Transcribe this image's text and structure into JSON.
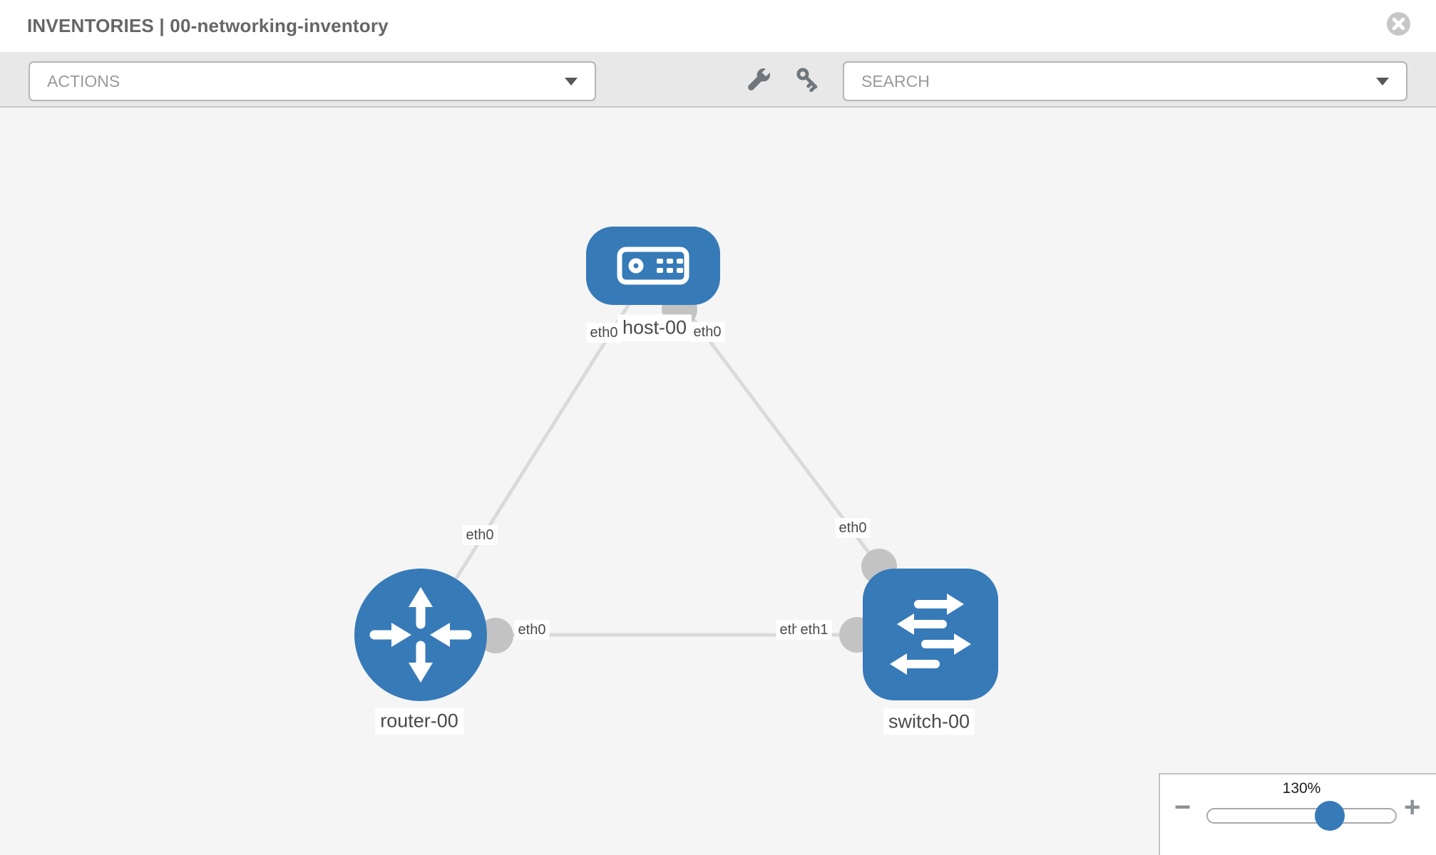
{
  "header": {
    "title": "INVENTORIES | 00-networking-inventory"
  },
  "toolbar": {
    "actions_label": "ACTIONS",
    "search_label": "SEARCH",
    "icons": [
      "wrench-icon",
      "key-icon"
    ]
  },
  "topology": {
    "nodes": [
      {
        "label": "host-00",
        "type": "host"
      },
      {
        "label": "router-00",
        "type": "router"
      },
      {
        "label": "switch-00",
        "type": "switch"
      }
    ],
    "interfaces": [
      {
        "text": "eth0"
      },
      {
        "text": "eth0"
      },
      {
        "text": "eth0"
      },
      {
        "text": "eth0"
      },
      {
        "text": "eth0"
      },
      {
        "text": "eth0"
      },
      {
        "text": "eth1"
      }
    ],
    "edges": [
      {
        "from": "host-00",
        "to": "router-00"
      },
      {
        "from": "host-00",
        "to": "switch-00"
      },
      {
        "from": "router-00",
        "to": "switch-00"
      }
    ]
  },
  "zoom": {
    "level": "130%",
    "minus": "−",
    "plus": "+"
  },
  "colors": {
    "node_blue": "#377ab8",
    "port_gray": "#c3c3c3",
    "edge_gray": "#dadada",
    "icon_gray": "#6f767c"
  }
}
